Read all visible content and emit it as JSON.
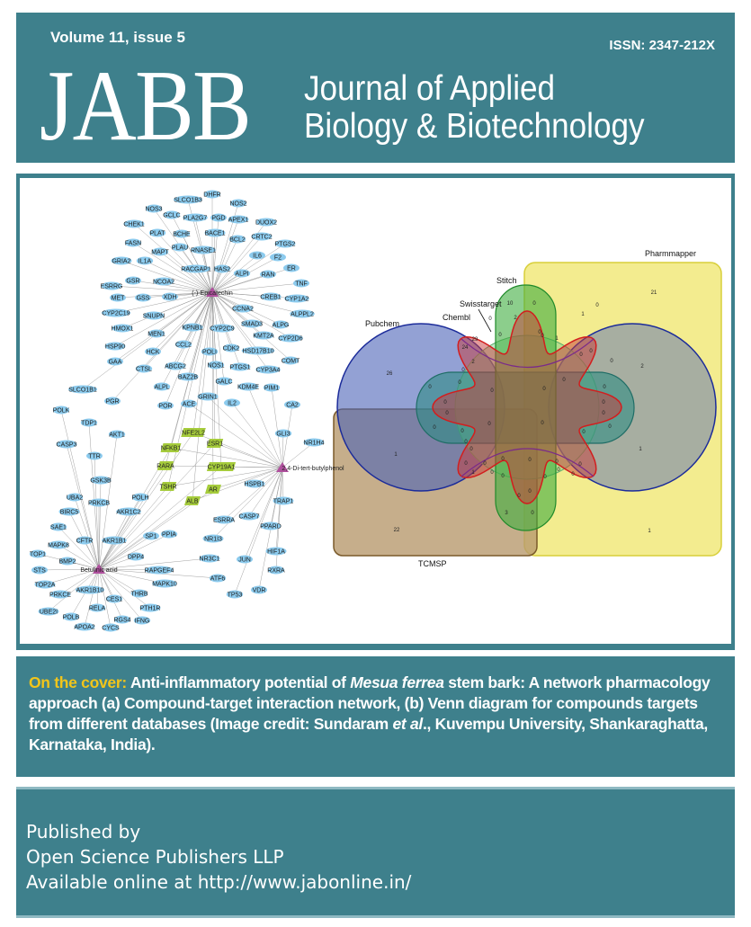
{
  "header": {
    "volume": "Volume 11, issue 5",
    "issn": "ISSN: 2347-212X",
    "logo": "JABB",
    "title_line1": "Journal of Applied",
    "title_line2": "Biology & Biotechnology",
    "background_color": "#3e808c"
  },
  "figure": {
    "network": {
      "hubs": [
        "(-)-Epicatechin",
        "2,4-Di-tert-butylphenol",
        "Betulinic acid"
      ],
      "hub_color": "#b0509e",
      "target_color": "#8ccbee",
      "shared_color": "#a6cc3c",
      "shared_targets": [
        "NFE2L2",
        "ESR1",
        "NFKB1",
        "RARA",
        "CYP19A1",
        "TSHR",
        "AR",
        "ALB"
      ],
      "targets": [
        "SLCO1B3",
        "DHFR",
        "NOS2",
        "NOS3",
        "GCLC",
        "PLA2G7",
        "PGD",
        "APEX1",
        "DUOX2",
        "CHEK1",
        "PLAT",
        "BCHE",
        "BACE1",
        "BCL2",
        "CRTC2",
        "PTGS2",
        "FASN",
        "MAPT",
        "PLAU",
        "RNASE1",
        "IL6",
        "F2",
        "GRIA2",
        "IL1A",
        "RACGAP1",
        "HAS2",
        "ALPI",
        "RAN",
        "ER",
        "ESRRG",
        "GSR",
        "NCOA2",
        "TNF",
        "MET",
        "GSS",
        "XDH",
        "CREB1",
        "CYP1A2",
        "CYP2C19",
        "SNUPN",
        "CCNA2",
        "ALPPL2",
        "HMOX1",
        "MEN1",
        "KPNB1",
        "CYP2C9",
        "SMAD3",
        "ALPG",
        "KMT2A",
        "CYP2D6",
        "HSP90",
        "HCK",
        "CCL2",
        "POLI",
        "CDK2",
        "HSD17B10",
        "GAA",
        "CTSL",
        "ABCG2",
        "NOS1",
        "PTGS1",
        "CYP3A4",
        "COMT",
        "BAZ2B",
        "SLCO1B1",
        "ALPL",
        "GALC",
        "KDM4E",
        "PIM1",
        "GRIN1",
        "PGR",
        "POR",
        "ACE",
        "IL2",
        "CA2",
        "POLK",
        "TDP1",
        "AKT1",
        "CASP3",
        "GLI3",
        "NR1H4",
        "TTR",
        "GSK3B",
        "HSPB1",
        "UBA2",
        "PRKCB",
        "POLH",
        "TRAP1",
        "BIRC5",
        "AKR1C2",
        "ESRRA",
        "CASP7",
        "PPARD",
        "SAE1",
        "CFTR",
        "AKR1B1",
        "SP1",
        "PPIA",
        "NR1I3",
        "MAPK8",
        "TOP1",
        "BMP2",
        "DPP4",
        "NR3C1",
        "JUN",
        "HIF1A",
        "STS",
        "RAPGEF4",
        "RXRA",
        "TOP2A",
        "AKR1B10",
        "MAPK10",
        "ATF6",
        "PRKCE",
        "THRB",
        "VDR",
        "TP53",
        "CES1",
        "RELA",
        "PTH1R",
        "UBE2I",
        "POLB",
        "RGS4",
        "IFNG",
        "APOA2",
        "CYCS"
      ]
    },
    "venn": {
      "sets": [
        {
          "name": "Pharmmapper",
          "color": "#efe56a"
        },
        {
          "name": "TCMSP",
          "color": "#b89a6e"
        },
        {
          "name": "Pubchem",
          "color": "#4b63b8"
        },
        {
          "name": "Stitch",
          "color": "#3fae3f"
        },
        {
          "name": "Swisstarget",
          "color": "#2e8c84"
        },
        {
          "name": "Chembl",
          "color": "#7fcf8a"
        },
        {
          "name": "",
          "color": "#c83a3a"
        }
      ],
      "counts": [
        "26",
        "1",
        "22",
        "21",
        "2",
        "1",
        "1",
        "10",
        "3",
        "29",
        "24",
        "2",
        "1",
        "1",
        "1",
        "2",
        "0",
        "0",
        "0",
        "0",
        "0",
        "0",
        "0",
        "0",
        "0",
        "0",
        "0",
        "0",
        "0",
        "0",
        "0",
        "0",
        "0",
        "0",
        "0",
        "0",
        "0",
        "0",
        "0",
        "0",
        "0",
        "0",
        "0",
        "0",
        "0",
        "0",
        "0",
        "0",
        "0",
        "0",
        "0",
        "0",
        "0",
        "0",
        "0",
        "0",
        "0",
        "0"
      ]
    }
  },
  "caption": {
    "key": "On the cover:",
    "text1": " Anti-inflammatory potential of ",
    "italic1": "Mesua ferrea",
    "text2": " stem bark: A network pharmacology approach (a) Compound-target interaction network, (b) Venn diagram for compounds targets from different databases (Image credit: Sundaram ",
    "italic2": "et al",
    "text3": "., Kuvempu University, Shankaraghatta, Karnataka, India).",
    "key_color": "#f2c51a"
  },
  "publisher": {
    "line1": "Published by",
    "line2": "Open Science Publishers LLP",
    "line3": "Available online at http://www.jabonline.in/"
  }
}
